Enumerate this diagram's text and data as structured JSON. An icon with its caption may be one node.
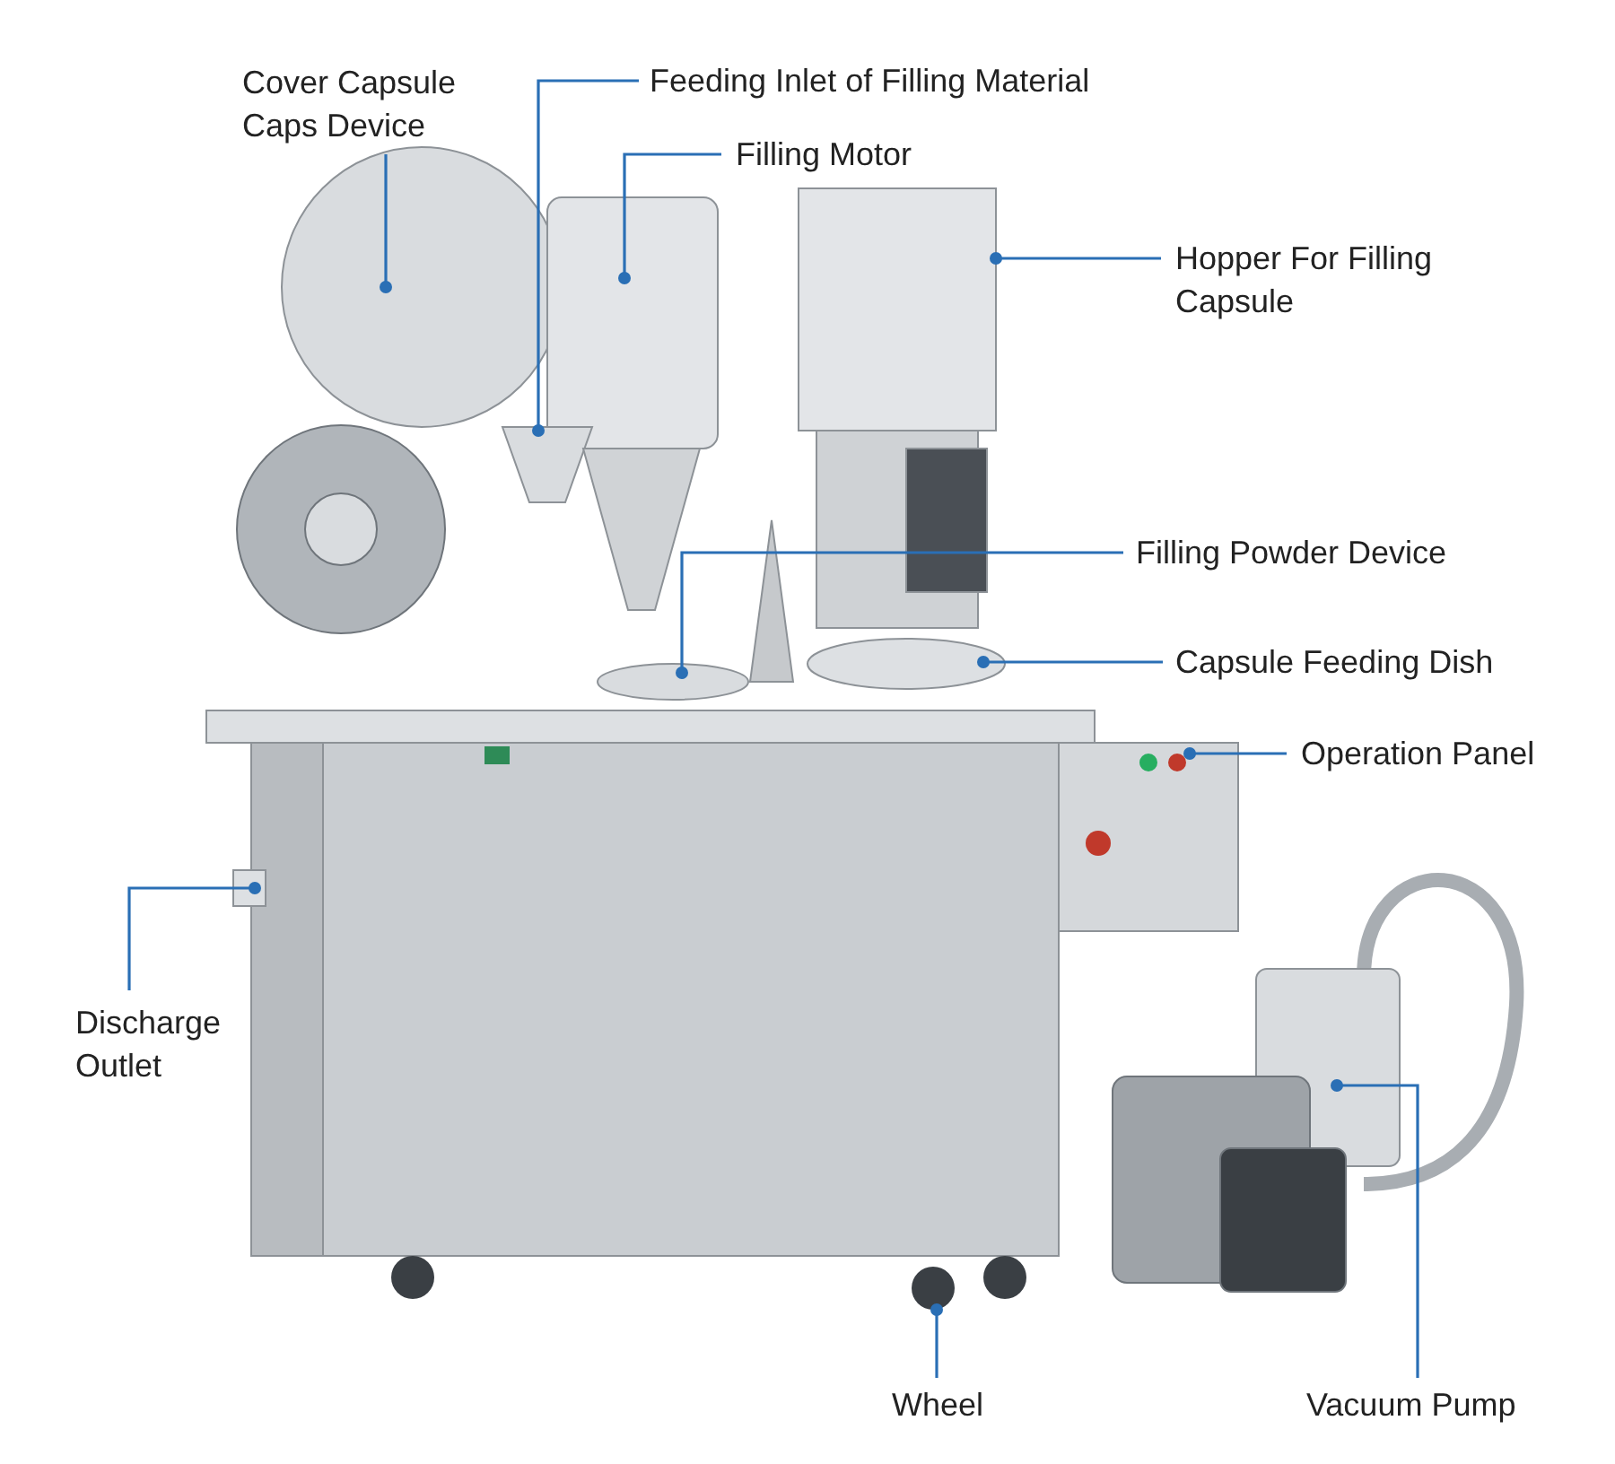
{
  "diagram": {
    "nodes": [
      {
        "text": [
          "Cover Capsule Caps Device"
        ]
      },
      {
        "text": [
          "Feeding Inlet of Filling Material"
        ]
      },
      {
        "text": [
          "Filling Motor"
        ]
      },
      {
        "text": [
          "Hopper For Filling Capsule"
        ]
      },
      {
        "text": [
          "Filling Powder Device"
        ]
      },
      {
        "text": [
          "Capsule Feeding Dish"
        ]
      },
      {
        "text": [
          "Operation Panel"
        ]
      },
      {
        "text": [
          "Discharge Outlet"
        ]
      },
      {
        "text": [
          "Wheel"
        ]
      },
      {
        "text": [
          "Vacuum Pump"
        ]
      }
    ],
    "edges": [
      {
        "from": 0,
        "to": null,
        "arrow": "other"
      },
      {
        "from": 1,
        "to": null,
        "arrow": "other"
      },
      {
        "from": 2,
        "to": null,
        "arrow": "other"
      },
      {
        "from": 3,
        "to": null,
        "arrow": "other"
      },
      {
        "from": 4,
        "to": null,
        "arrow": "other"
      },
      {
        "from": 5,
        "to": null,
        "arrow": "other"
      },
      {
        "from": 6,
        "to": null,
        "arrow": "other"
      },
      {
        "from": 7,
        "to": null,
        "arrow": "other"
      },
      {
        "from": 8,
        "to": null,
        "arrow": "other"
      },
      {
        "from": 9,
        "to": null,
        "arrow": "other"
      }
    ]
  }
}
